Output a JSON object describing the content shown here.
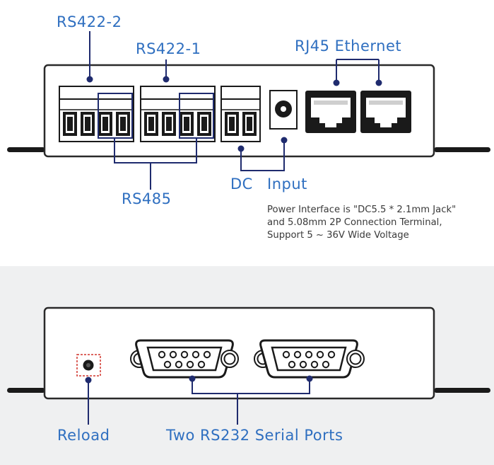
{
  "top_device": {
    "labels": {
      "rs422_2": "RS422-2",
      "rs422_1": "RS422-1",
      "rj45": "RJ45 Ethernet",
      "rs485": "RS485",
      "dc": "DC",
      "input": "Input"
    },
    "power_note": [
      "Power Interface is \"DC5.5 * 2.1mm Jack\"",
      "and 5.08mm 2P Connection Terminal,",
      "Support 5 ~ 36V Wide Voltage"
    ]
  },
  "bottom_device": {
    "labels": {
      "reload": "Reload",
      "serial_ports": "Two RS232 Serial Ports"
    }
  },
  "colors": {
    "label": "#2f6fc0",
    "line": "#1f2b6e",
    "device_outline": "#2a2a2a",
    "connector": "#1a1a1a",
    "reload_box": "#d0342c",
    "bottom_background": "#eff0f1"
  }
}
